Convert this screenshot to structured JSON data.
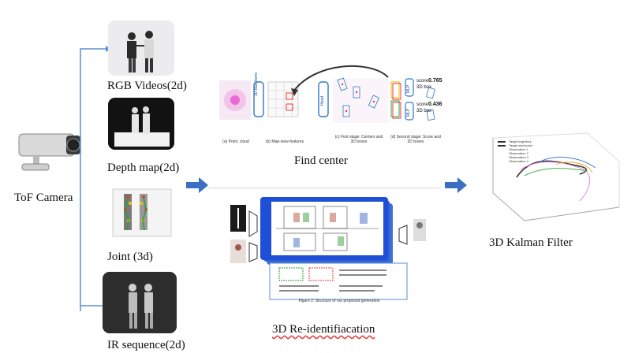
{
  "camera": {
    "label": "ToF Camera"
  },
  "inputs": [
    {
      "label": "RGB Videos(2d)"
    },
    {
      "label": "Depth map(2d)"
    },
    {
      "label": "Joint (3d)"
    },
    {
      "label": "IR sequence(2d)"
    }
  ],
  "find_center": {
    "title": "Find center",
    "backbone": "3D Backbone",
    "head": "Head",
    "mlp": "MLP",
    "score1_label": "score",
    "score1_value": "0.765",
    "score2_label": "score",
    "score2_value": "0.436",
    "box_label": "3D box",
    "captions": [
      "(a) Point. cloud",
      "(b) Map-view features",
      "(c) First stage: Centers and 3D boxes",
      "(d) Second stage: Score and 3D boxes"
    ]
  },
  "reid": {
    "title": "3D Re-identifiacation",
    "figure_caption": "Figure 2: Structure of our proposed generation"
  },
  "kalman": {
    "title": "3D Kalman Filter",
    "legend": [
      "Target trajectory",
      "Target start point",
      "Observation 1",
      "Observation 2",
      "Observation 3",
      "Observation 4"
    ]
  },
  "colors": {
    "arrow": "#3a6fc4",
    "line": "#5b8fd0",
    "accent_blue": "#1f4fd6"
  }
}
